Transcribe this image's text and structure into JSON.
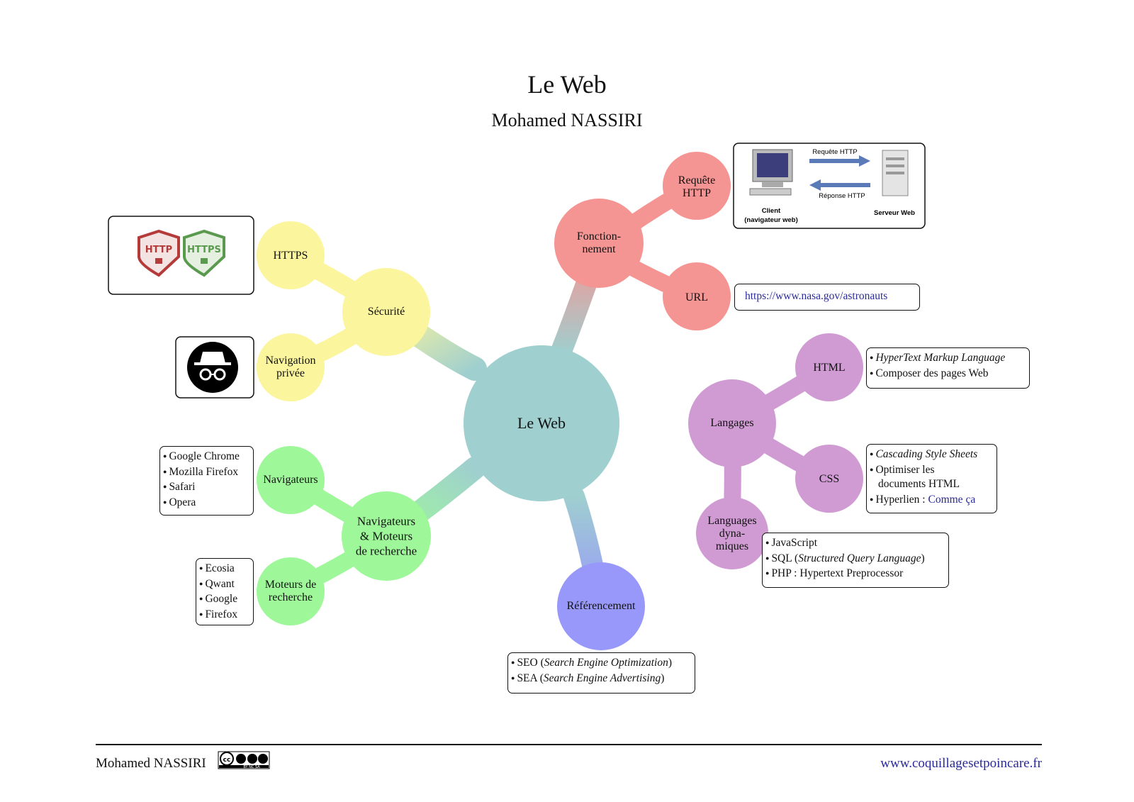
{
  "header": {
    "title": "Le Web",
    "author": "Mohamed NASSIRI"
  },
  "center": {
    "label": "Le Web"
  },
  "colors": {
    "center": "#9fcfcf",
    "securite": "#fbf59e",
    "fonctionnement": "#f59593",
    "langages": "#d09ad3",
    "navigateurs": "#9ef89a",
    "referencement": "#9898fb"
  },
  "nodes": {
    "securite": "Sécurité",
    "https": "HTTPS",
    "navigation_privee_l1": "Navigation",
    "navigation_privee_l2": "privée",
    "fonctionnement_l1": "Fonction-",
    "fonctionnement_l2": "nement",
    "requete_l1": "Requête",
    "requete_l2": "HTTP",
    "url": "URL",
    "langages": "Langages",
    "html": "HTML",
    "css": "CSS",
    "dynamiques_l1": "Languages",
    "dynamiques_l2": "dyna-",
    "dynamiques_l3": "miques",
    "navmot_l1": "Navigateurs",
    "navmot_l2": "& Moteurs",
    "navmot_l3": "de recherche",
    "navigateurs": "Navigateurs",
    "moteurs_l1": "Moteurs de",
    "moteurs_l2": "recherche",
    "referencement": "Référencement"
  },
  "boxes": {
    "http_diagram": {
      "request": "Requête HTTP",
      "response": "Réponse HTTP",
      "client_l1": "Client",
      "client_l2": "(navigateur web)",
      "server": "Serveur Web"
    },
    "https_badges": {
      "http": "HTTP",
      "https": "HTTPS"
    },
    "url": "https://www.nasa.gov/astronauts",
    "html": {
      "item1": "HyperText Markup Language",
      "item2": "Composer des pages Web"
    },
    "css": {
      "item1": "Cascading Style Sheets",
      "item2a": "Optimiser les",
      "item2b": "documents HTML",
      "item3": "Hyperlien : ",
      "item3_link": "Comme ça"
    },
    "dynamiques": {
      "item1": "JavaScript",
      "item2a": "SQL (",
      "item2b": "Structured Query Language",
      "item2c": ")",
      "item3": "PHP : Hypertext Preprocessor"
    },
    "navigateurs": [
      "Google Chrome",
      "Mozilla Firefox",
      "Safari",
      "Opera"
    ],
    "moteurs": [
      "Ecosia",
      "Qwant",
      "Google",
      "Firefox"
    ],
    "referencement": {
      "item1a": "SEO (",
      "item1b": "Search Engine Optimization",
      "item1c": ")",
      "item2a": "SEA (",
      "item2b": "Search Engine Advertising",
      "item2c": ")"
    }
  },
  "footer": {
    "author": "Mohamed NASSIRI",
    "website": "www.coquillagesetpoincare.fr",
    "license_top": "cc",
    "license_bottom": "BY NC SA"
  }
}
